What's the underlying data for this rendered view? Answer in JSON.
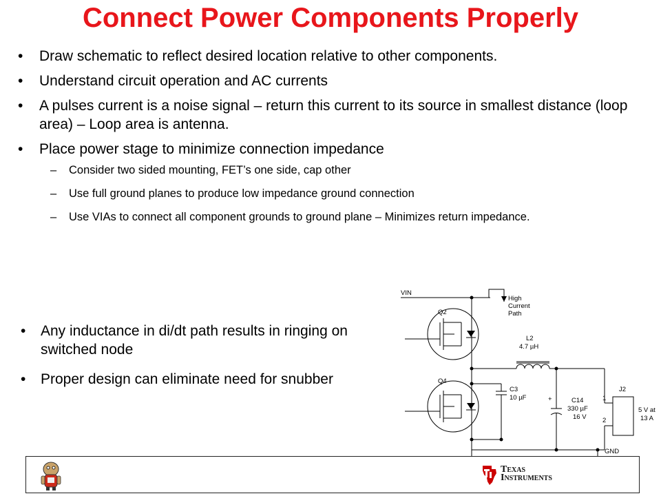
{
  "title": "Connect Power Components Properly",
  "bullets": [
    "Draw schematic to reflect desired location relative to other components.",
    "Understand circuit operation and AC currents",
    "A pulses current is a noise signal – return this current to its source in smallest distance (loop area) – Loop area is antenna.",
    "Place power stage to minimize connection impedance"
  ],
  "sub_bullets": [
    "Consider two sided mounting, FET’s one side, cap other",
    "Use full ground planes to produce low impedance ground connection",
    "Use VIAs to connect all component grounds to ground plane – Minimizes return impedance."
  ],
  "lower_bullets": [
    "Any inductance in di/dt path results in ringing on switched node",
    "Proper design can eliminate need for snubber"
  ],
  "bullet_glyph": "•",
  "dash_glyph": "–",
  "schematic": {
    "vin": "VIN",
    "high_current": [
      "High",
      "Current",
      "Path"
    ],
    "q2": "Q2",
    "q4": "Q4",
    "l2": "L2",
    "l2_value": "4.7 µH",
    "c3": "C3",
    "c3_value": "10 µF",
    "c14": "C14",
    "c14_value": "330 µF",
    "c14_voltage": "16 V",
    "plus": "+",
    "j2": "J2",
    "pin1": "1",
    "pin2": "2",
    "out1": "5 V at",
    "out2": "13 A",
    "gnd": "GND"
  },
  "footer": {
    "brand_line1": "Texas",
    "brand_line2": "Instruments"
  },
  "colors": {
    "title": "#e8161b",
    "ti_red": "#cc0000"
  }
}
